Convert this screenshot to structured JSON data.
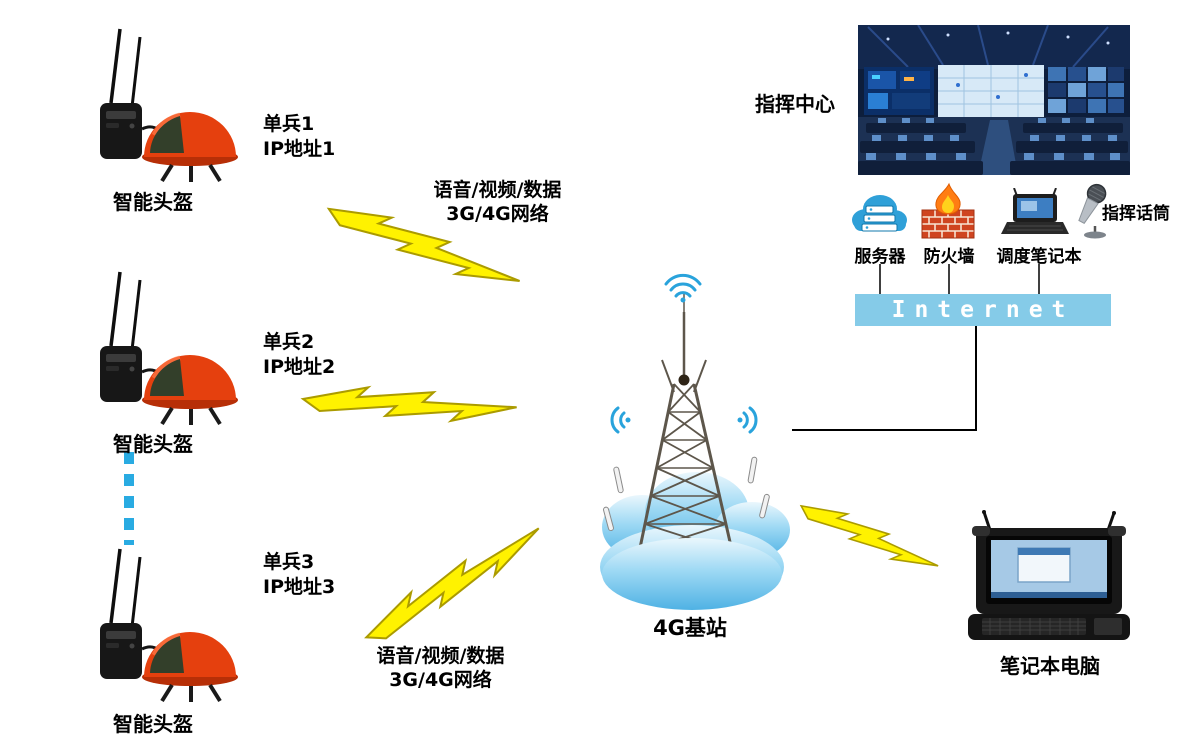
{
  "units": [
    {
      "device_label": "智能头盔",
      "name": "单兵1",
      "ip": "IP地址1"
    },
    {
      "device_label": "智能头盔",
      "name": "单兵2",
      "ip": "IP地址2"
    },
    {
      "device_label": "智能头盔",
      "name": "单兵3",
      "ip": "IP地址3"
    }
  ],
  "wireless_link_top": {
    "line1": "语音/视频/数据",
    "line2": "3G/4G网络"
  },
  "wireless_link_bottom": {
    "line1": "语音/视频/数据",
    "line2": "3G/4G网络"
  },
  "base_station": {
    "label": "4G基站"
  },
  "command_center": {
    "label": "指挥中心"
  },
  "server": {
    "label": "服务器"
  },
  "firewall": {
    "label": "防火墙"
  },
  "dispatch_laptop": {
    "label": "调度笔记本"
  },
  "microphone": {
    "label": "指挥话筒"
  },
  "internet": {
    "label": "Internet"
  },
  "field_laptop": {
    "label": "笔记本电脑"
  },
  "colors": {
    "lightning_fill": "#fff200",
    "lightning_stroke": "#ab9b00",
    "dotted_line": "#29abe2",
    "internet_bar": "#85cbe8",
    "wifi": "#29a3dc"
  }
}
